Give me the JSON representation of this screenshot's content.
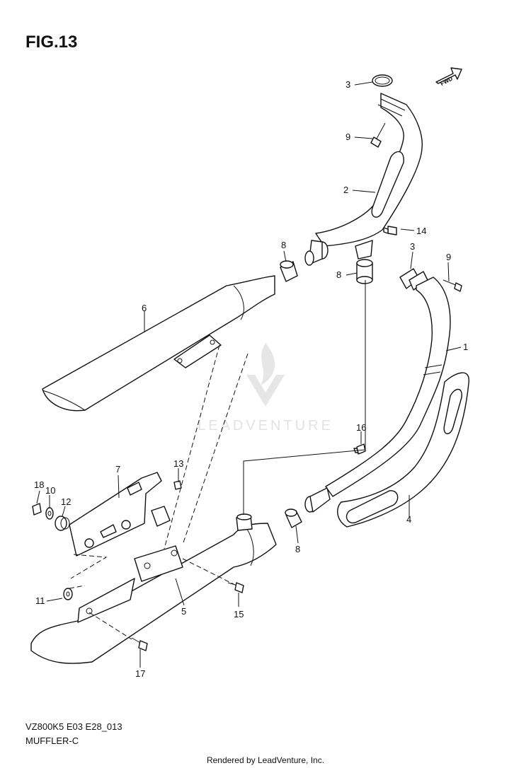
{
  "figure": {
    "title": "FIG.13",
    "model_code": "VZ800K5 E03 E28_013",
    "section_name": "MUFFLER-C",
    "rendered_by": "Rendered by LeadVenture, Inc.",
    "watermark": "LEADVENTURE",
    "fwd_label": "FWD"
  },
  "callouts": [
    {
      "id": "c3a",
      "label": "3"
    },
    {
      "id": "c9a",
      "label": "9"
    },
    {
      "id": "c2",
      "label": "2"
    },
    {
      "id": "c14",
      "label": "14"
    },
    {
      "id": "c8a",
      "label": "8"
    },
    {
      "id": "c8b",
      "label": "8"
    },
    {
      "id": "c3b",
      "label": "3"
    },
    {
      "id": "c9b",
      "label": "9"
    },
    {
      "id": "c6",
      "label": "6"
    },
    {
      "id": "c1",
      "label": "1"
    },
    {
      "id": "c16",
      "label": "16"
    },
    {
      "id": "c7",
      "label": "7"
    },
    {
      "id": "c13",
      "label": "13"
    },
    {
      "id": "c18",
      "label": "18"
    },
    {
      "id": "c10",
      "label": "10"
    },
    {
      "id": "c12",
      "label": "12"
    },
    {
      "id": "c4",
      "label": "4"
    },
    {
      "id": "c8c",
      "label": "8"
    },
    {
      "id": "c11",
      "label": "11"
    },
    {
      "id": "c5",
      "label": "5"
    },
    {
      "id": "c15",
      "label": "15"
    },
    {
      "id": "c17",
      "label": "17"
    }
  ]
}
